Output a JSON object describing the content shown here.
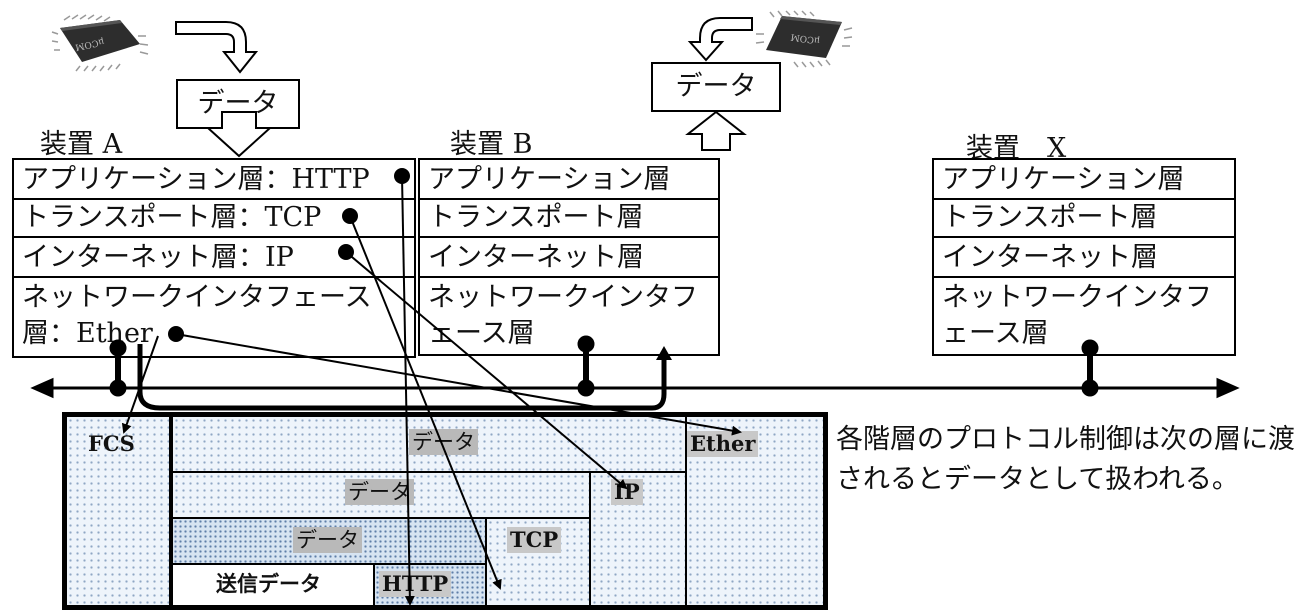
{
  "chip_marks": {
    "left": "μCOM",
    "right": "μCOM"
  },
  "data_box_a": "データ",
  "data_box_b": "データ",
  "devices": [
    {
      "label": "装置 A",
      "layers": [
        "アプリケーション層：HTTP",
        "トランスポート層：TCP",
        "インターネット層：IP",
        "ネットワークインタフェース層：Ether"
      ]
    },
    {
      "label": "装置 B",
      "layers": [
        "アプリケーション層",
        "トランスポート層",
        "インターネット層",
        "ネットワークインタフェース層"
      ]
    },
    {
      "label": "装置　X",
      "layers": [
        "アプリケーション層",
        "トランスポート層",
        "インターネット層",
        "ネットワークインタフェース層"
      ]
    }
  ],
  "frame": {
    "fcs": "FCS",
    "ether": "Ether",
    "ip": "IP",
    "tcp": "TCP",
    "http": "HTTP",
    "data_rows": [
      "データ",
      "データ",
      "データ"
    ],
    "send_data": "送信データ"
  },
  "caption": "各階層のプロトコル制御は次の層に渡されるとデータとして扱われる。"
}
